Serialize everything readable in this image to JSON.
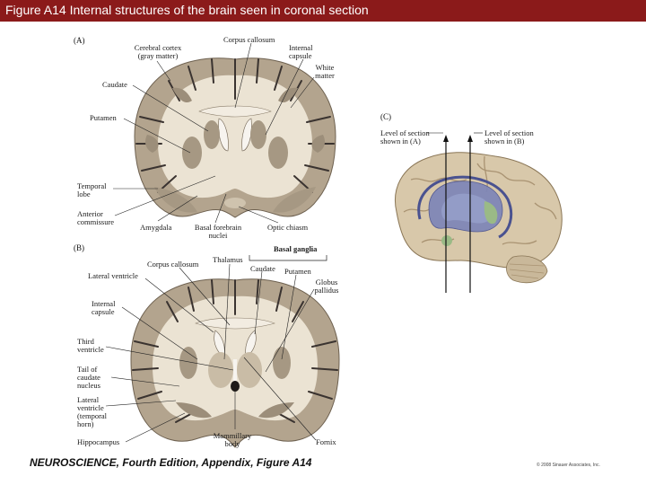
{
  "header": {
    "title": "Figure A14 Internal structures of the brain seen in coronal section"
  },
  "panel_a": {
    "letter": "(A)",
    "labels": {
      "cerebral_cortex_1": "Cerebral cortex",
      "cerebral_cortex_2": "(gray matter)",
      "corpus_callosum": "Corpus callosum",
      "internal_capsule_1": "Internal",
      "internal_capsule_2": "capsule",
      "white_matter_1": "White",
      "white_matter_2": "matter",
      "caudate": "Caudate",
      "putamen": "Putamen",
      "temporal_lobe_1": "Temporal",
      "temporal_lobe_2": "lobe",
      "anterior_commissure_1": "Anterior",
      "anterior_commissure_2": "commissure",
      "amygdala": "Amygdala",
      "basal_forebrain_1": "Basal forebrain",
      "basal_forebrain_2": "nuclei",
      "optic_chiasm": "Optic chiasm"
    }
  },
  "panel_b": {
    "letter": "(B)",
    "labels": {
      "basal_ganglia": "Basal ganglia",
      "corpus_callosum": "Corpus callosum",
      "thalamus": "Thalamus",
      "caudate": "Caudate",
      "putamen": "Putamen",
      "globus_pallidus_1": "Globus",
      "globus_pallidus_2": "pallidus",
      "lateral_ventricle": "Lateral ventricle",
      "internal_capsule_1": "Internal",
      "internal_capsule_2": "capsule",
      "third_ventricle_1": "Third",
      "third_ventricle_2": "ventricle",
      "tail_caudate_1": "Tail of",
      "tail_caudate_2": "caudate",
      "tail_caudate_3": "nucleus",
      "lat_ventricle_temporal_1": "Lateral",
      "lat_ventricle_temporal_2": "ventricle",
      "lat_ventricle_temporal_3": "(temporal",
      "lat_ventricle_temporal_4": "horn)",
      "hippocampus": "Hippocampus",
      "mammillary_1": "Mammillary",
      "mammillary_2": "body",
      "fornix": "Fornix"
    }
  },
  "panel_c": {
    "letter": "(C)",
    "labels": {
      "level_a_1": "Level of section",
      "level_a_2": "shown in (A)",
      "level_b_1": "Level of section",
      "level_b_2": "shown in (B)"
    }
  },
  "footer": {
    "book_title": "NEUROSCIENCE, Fourth Edition, Appendix, Figure A14",
    "copyright": "© 2008 Sinauer Associates, Inc."
  },
  "colors": {
    "title_bar": "#8b1a1a",
    "gray_matter": "#b3a48e",
    "white_matter": "#ebe3d3",
    "sulcus": "#3a3330",
    "ventricle": "#f6f3ee",
    "caudate_blue": "#7d85b8",
    "green_structure": "#9aba86"
  }
}
